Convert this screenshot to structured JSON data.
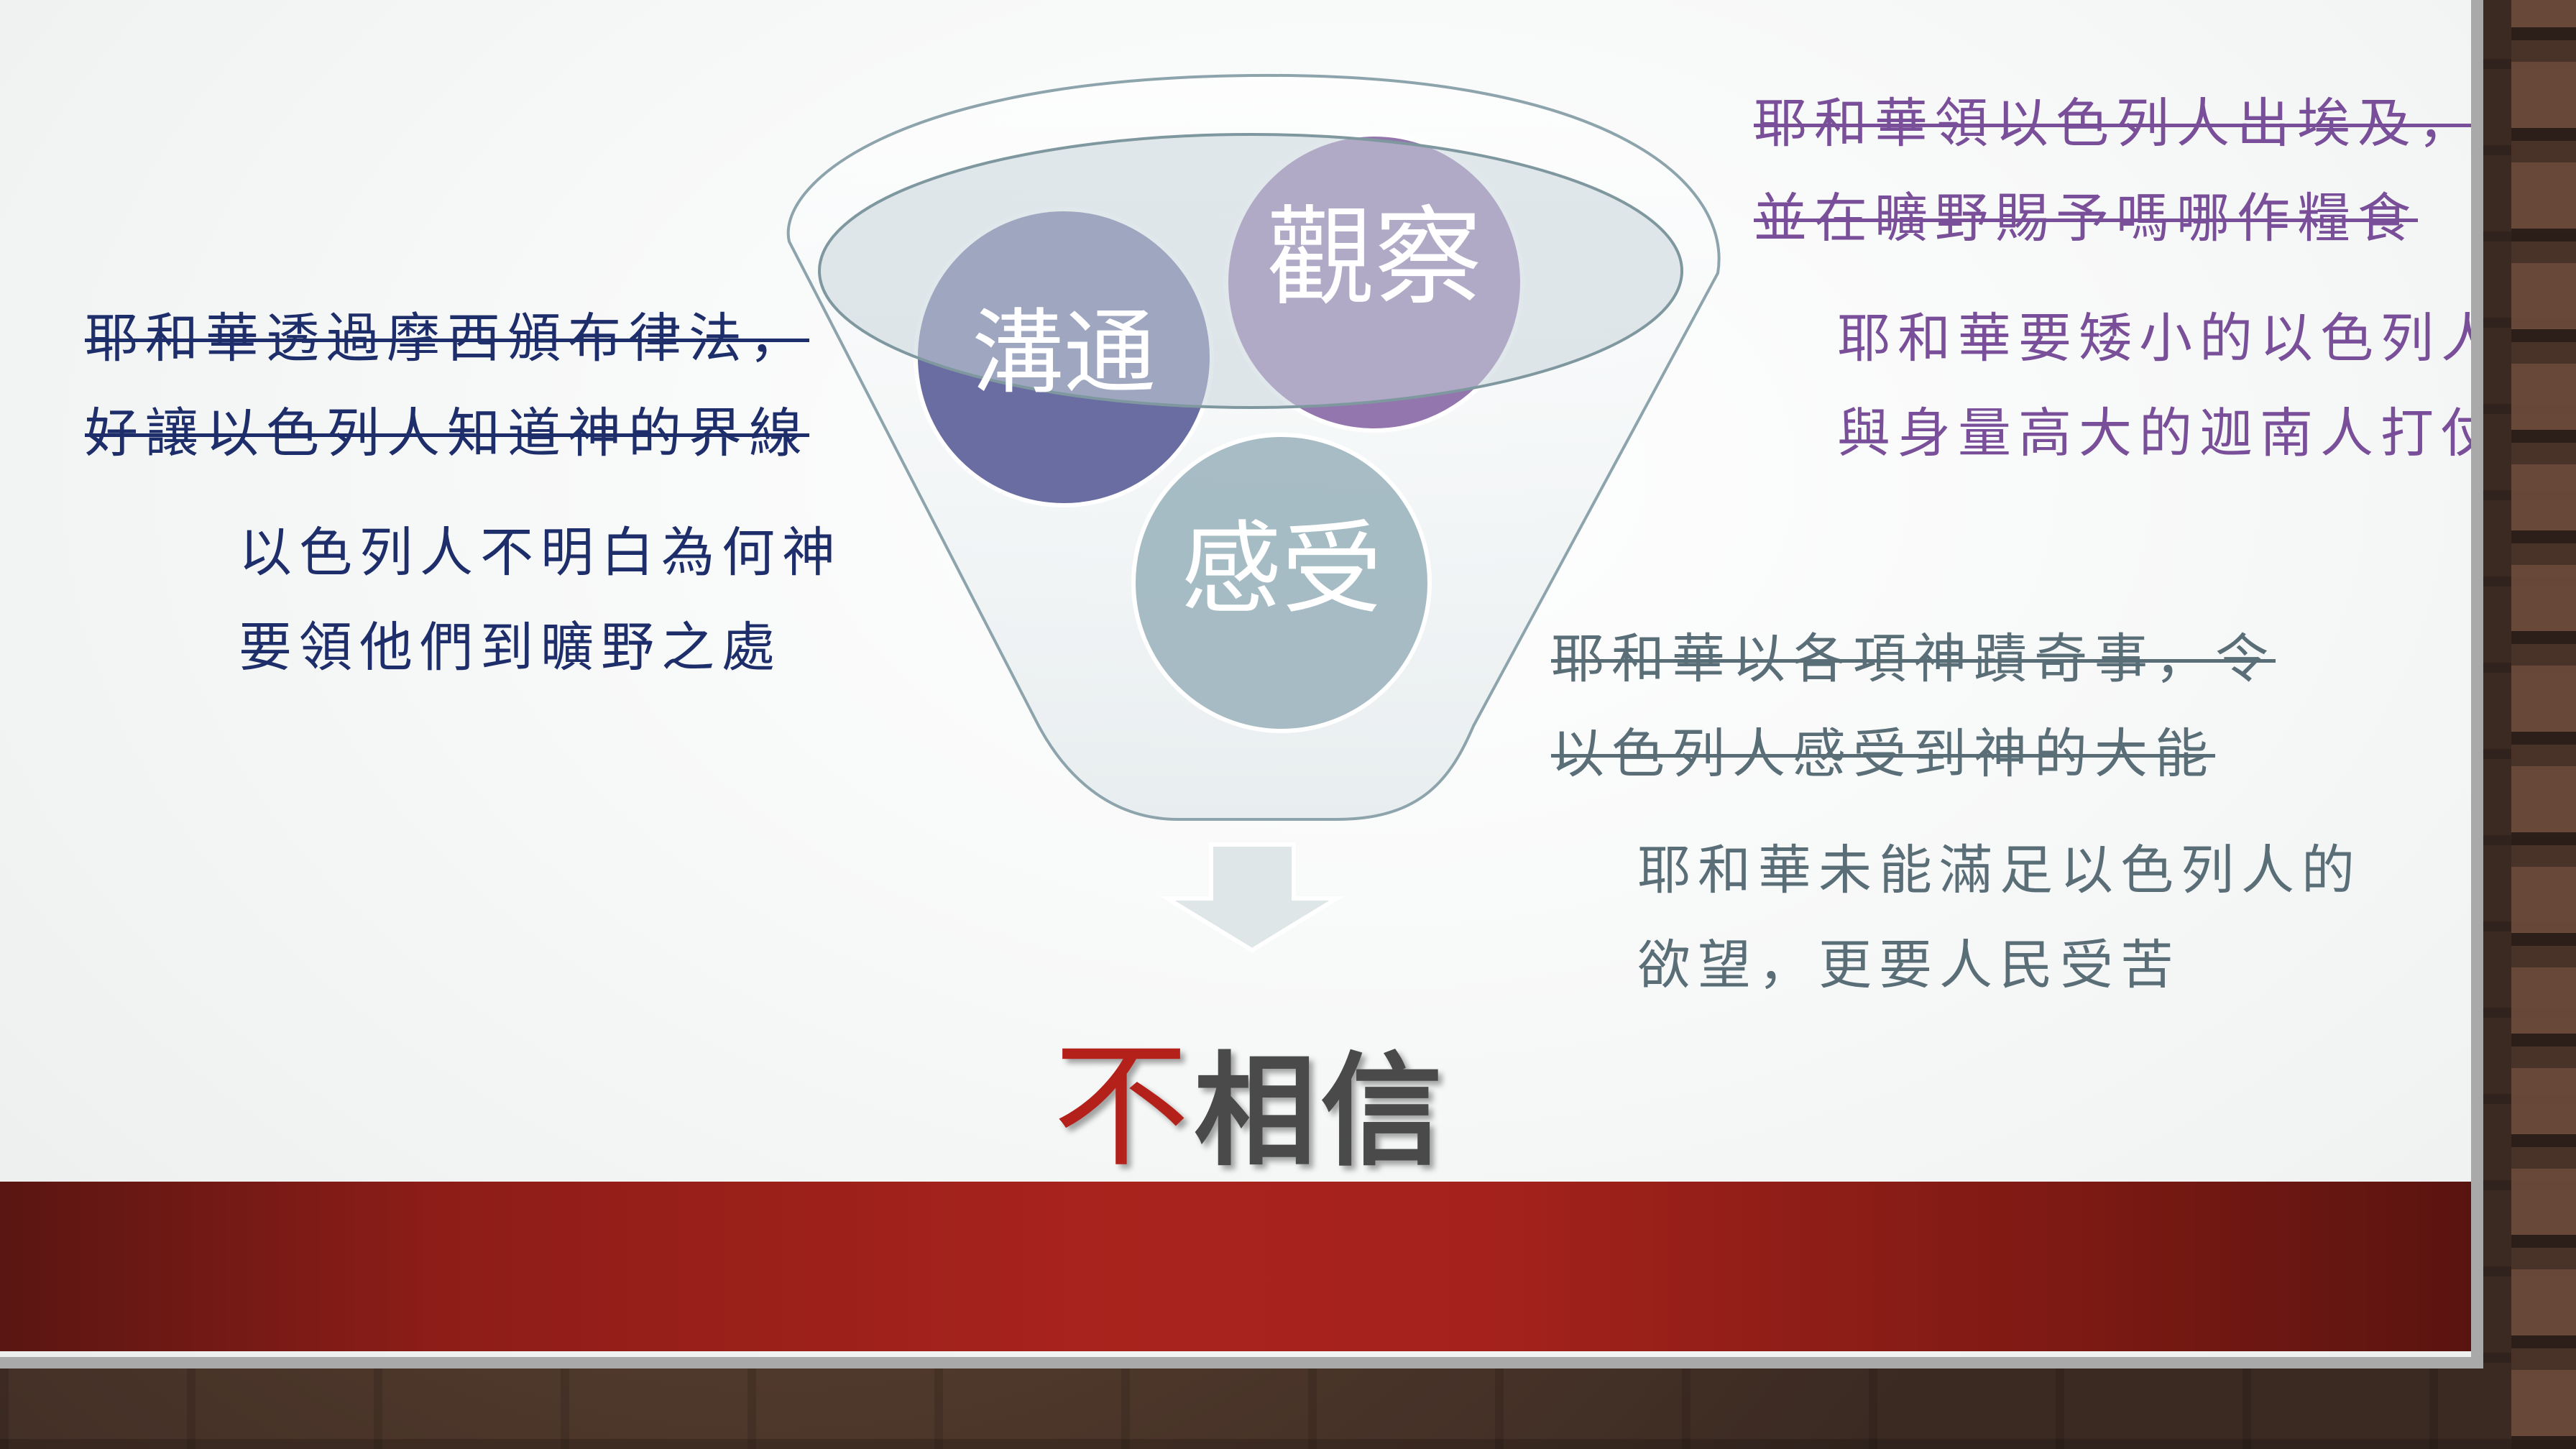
{
  "funnel": {
    "circles": [
      {
        "label": "溝通",
        "color": "#5d6199"
      },
      {
        "label": "觀察",
        "color": "#8b6aa8"
      },
      {
        "label": "感受",
        "color": "#9fb6bf"
      }
    ],
    "result": {
      "negation": "不",
      "rest": "相信"
    }
  },
  "left_notes": {
    "struck": [
      "耶和華透過摩西頒布律法，",
      "好讓以色列人知道神的界線"
    ],
    "plain": [
      "以色列人不明白為何神",
      "要領他們到曠野之處"
    ],
    "color": "#1e2e6a"
  },
  "top_right_notes": {
    "struck": [
      "耶和華領以色列人出埃及，",
      "並在曠野賜予嗎哪作糧食"
    ],
    "plain": [
      "耶和華要矮小的以色列人",
      "與身量高大的迦南人打仗"
    ],
    "color": "#7a4f9a"
  },
  "bottom_right_notes": {
    "struck": [
      "耶和華以各項神蹟奇事，令",
      "以色列人感受到神的大能"
    ],
    "plain": [
      "耶和華未能滿足以色列人的",
      "欲望，更要人民受苦"
    ],
    "color": "#5a6e78"
  }
}
